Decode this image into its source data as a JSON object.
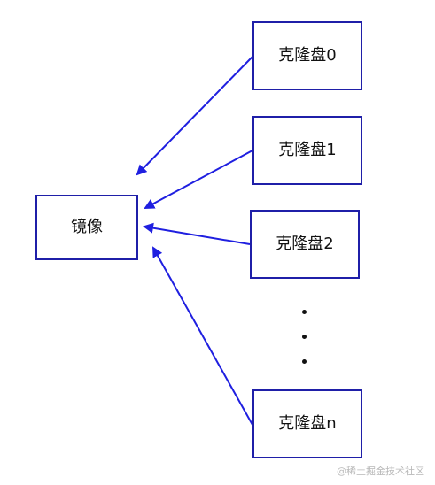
{
  "diagram": {
    "nodes": {
      "image": "镜像",
      "clone0": "克隆盘0",
      "clone1": "克隆盘1",
      "clone2": "克隆盘2",
      "clonen": "克隆盘n"
    },
    "edges": [
      {
        "from": "clone0",
        "to": "image"
      },
      {
        "from": "clone1",
        "to": "image"
      },
      {
        "from": "clone2",
        "to": "image"
      },
      {
        "from": "clonen",
        "to": "image"
      }
    ],
    "ellipsis": "...",
    "colors": {
      "arrow": "#1f1fe0",
      "box_border": "#1f1fa8",
      "text": "#111111",
      "watermark": "#b8b8b8"
    }
  },
  "watermark": "@稀土掘金技术社区"
}
